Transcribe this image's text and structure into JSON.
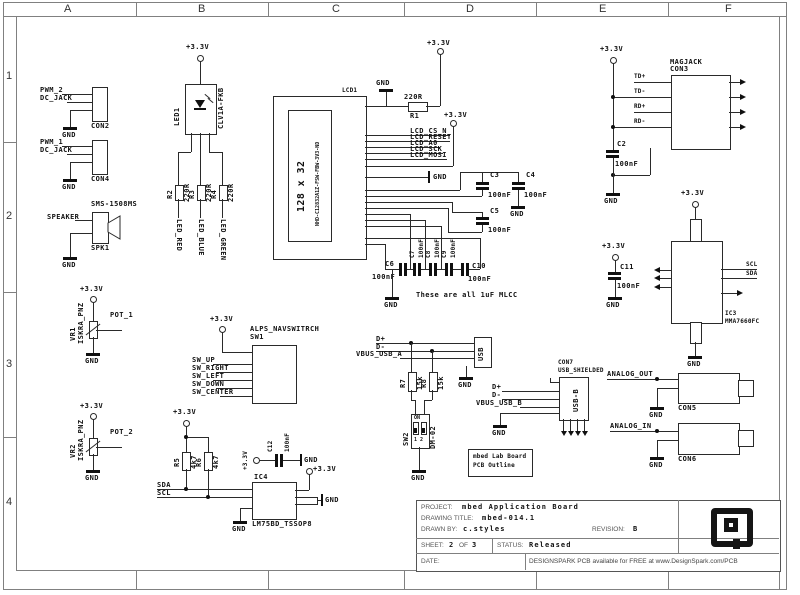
{
  "frame": {
    "cols": [
      "A",
      "B",
      "C",
      "D",
      "E",
      "F"
    ],
    "rows": [
      "1",
      "2",
      "3",
      "4"
    ]
  },
  "net": {
    "v33": "+3.3V",
    "gnd": "GND",
    "sda": "SDA",
    "scl": "SCL"
  },
  "parts": {
    "con2": {
      "ref": "CON2",
      "p1": "PWM_2",
      "p2": "DC_JACK"
    },
    "con4": {
      "ref": "CON4",
      "p1": "PWM_1",
      "p2": "DC_JACK"
    },
    "led1": {
      "ref": "LED1",
      "value": "CLV1A-FKB"
    },
    "r1": {
      "ref": "R1",
      "value": "220R"
    },
    "r2": {
      "ref": "R2",
      "value": "220R"
    },
    "r3": {
      "ref": "R3",
      "value": "220R"
    },
    "r4": {
      "ref": "R4",
      "value": "220R"
    },
    "r5": {
      "ref": "R5",
      "value": "4k7"
    },
    "r6": {
      "ref": "R6",
      "value": "4k7"
    },
    "r7": {
      "ref": "R7",
      "value": "15k"
    },
    "r8": {
      "ref": "R8",
      "value": "15k"
    },
    "led_red": "LED_RED",
    "led_blue": "LED_BLUE",
    "led_green": "LED_GREEN",
    "spk1": {
      "ref": "SPK1",
      "value": "SMS-1508MS",
      "pin": "SPEAKER"
    },
    "vr1": {
      "ref": "VR1",
      "value": "ISKRA_PNZ",
      "net": "POT_1"
    },
    "vr2": {
      "ref": "VR2",
      "value": "ISKRA_PNZ",
      "net": "POT_2"
    },
    "sw1": {
      "ref": "SW1",
      "value": "ALPS_NAVSWITRCH",
      "p1": "SW_UP",
      "p2": "SW_RIGHT",
      "p3": "SW_LEFT",
      "p4": "SW_DOWN",
      "p5": "SW_CENTER"
    },
    "lcd1": {
      "ref": "LCD1",
      "size": "128 x 32",
      "part": "NHD-C12832A1Z-FSW-FBW-3V3-ND",
      "p1": "LCD_CS_N",
      "p2": "LCD_RESET",
      "p3": "LCD_A0",
      "p4": "LCD_SCK",
      "p5": "LCD_MOSI"
    },
    "c2": {
      "ref": "C2",
      "value": "100nF"
    },
    "c3": {
      "ref": "C3",
      "value": "100nF"
    },
    "c4": {
      "ref": "C4",
      "value": "100nF"
    },
    "c5": {
      "ref": "C5",
      "value": "100nF"
    },
    "c6": {
      "ref": "C6",
      "value": "100nF"
    },
    "c7": {
      "ref": "C7",
      "value": "100nF"
    },
    "c8": {
      "ref": "C8",
      "value": "100nF"
    },
    "c9": {
      "ref": "C9",
      "value": "100nF"
    },
    "c10": {
      "ref": "C10",
      "value": "100nF"
    },
    "c11": {
      "ref": "C11",
      "value": "100nF"
    },
    "c12": {
      "ref": "C12",
      "value": "100nF"
    },
    "con3": {
      "ref": "CON3",
      "value": "MAGJACK",
      "p1": "TD+",
      "p2": "TD-",
      "p3": "RD+",
      "p4": "RD-"
    },
    "ic3": {
      "ref": "IC3",
      "value": "MMA7660FC",
      "p1": "SCL",
      "p2": "SDA"
    },
    "usba": {
      "label": "USB",
      "p1": "D+",
      "p2": "D-",
      "p3": "VBUS_USB_A"
    },
    "sw2": {
      "ref": "SW2",
      "value": "DM-02",
      "on": "ON",
      "pos": "1 2"
    },
    "usbb": {
      "ref": "CON7",
      "value": "USB_SHIELDED",
      "label": "USB-B",
      "p1": "D+",
      "p2": "D-",
      "p3": "VBUS_USB_B"
    },
    "con5": {
      "ref": "CON5",
      "net": "ANALOG_OUT"
    },
    "con6": {
      "ref": "CON6",
      "net": "ANALOG_IN"
    },
    "ic4": {
      "ref": "IC4",
      "value": "LM75BD_TSSOP8"
    }
  },
  "notes": {
    "mlcc": "These are all 1uF MLCC",
    "outline1": "mbed Lab Board",
    "outline2": "PCB Outline"
  },
  "title_block": {
    "project_label": "PROJECT:",
    "project": "mbed Application Board",
    "drawing_title_label": "DRAWING TITLE:",
    "drawing_title": "mbed-014.1",
    "drawn_by_label": "DRAWN BY:",
    "drawn_by": "c.styles",
    "revision_label": "REVISION:",
    "revision": "B",
    "sheet_label": "SHEET:",
    "sheet": "2",
    "of_label": "OF",
    "sheet_total": "3",
    "status_label": "STATUS:",
    "status": "Released",
    "date_label": "DATE:",
    "footer": "DESIGNSPARK PCB available for FREE at www.DesignSpark.com/PCB"
  }
}
